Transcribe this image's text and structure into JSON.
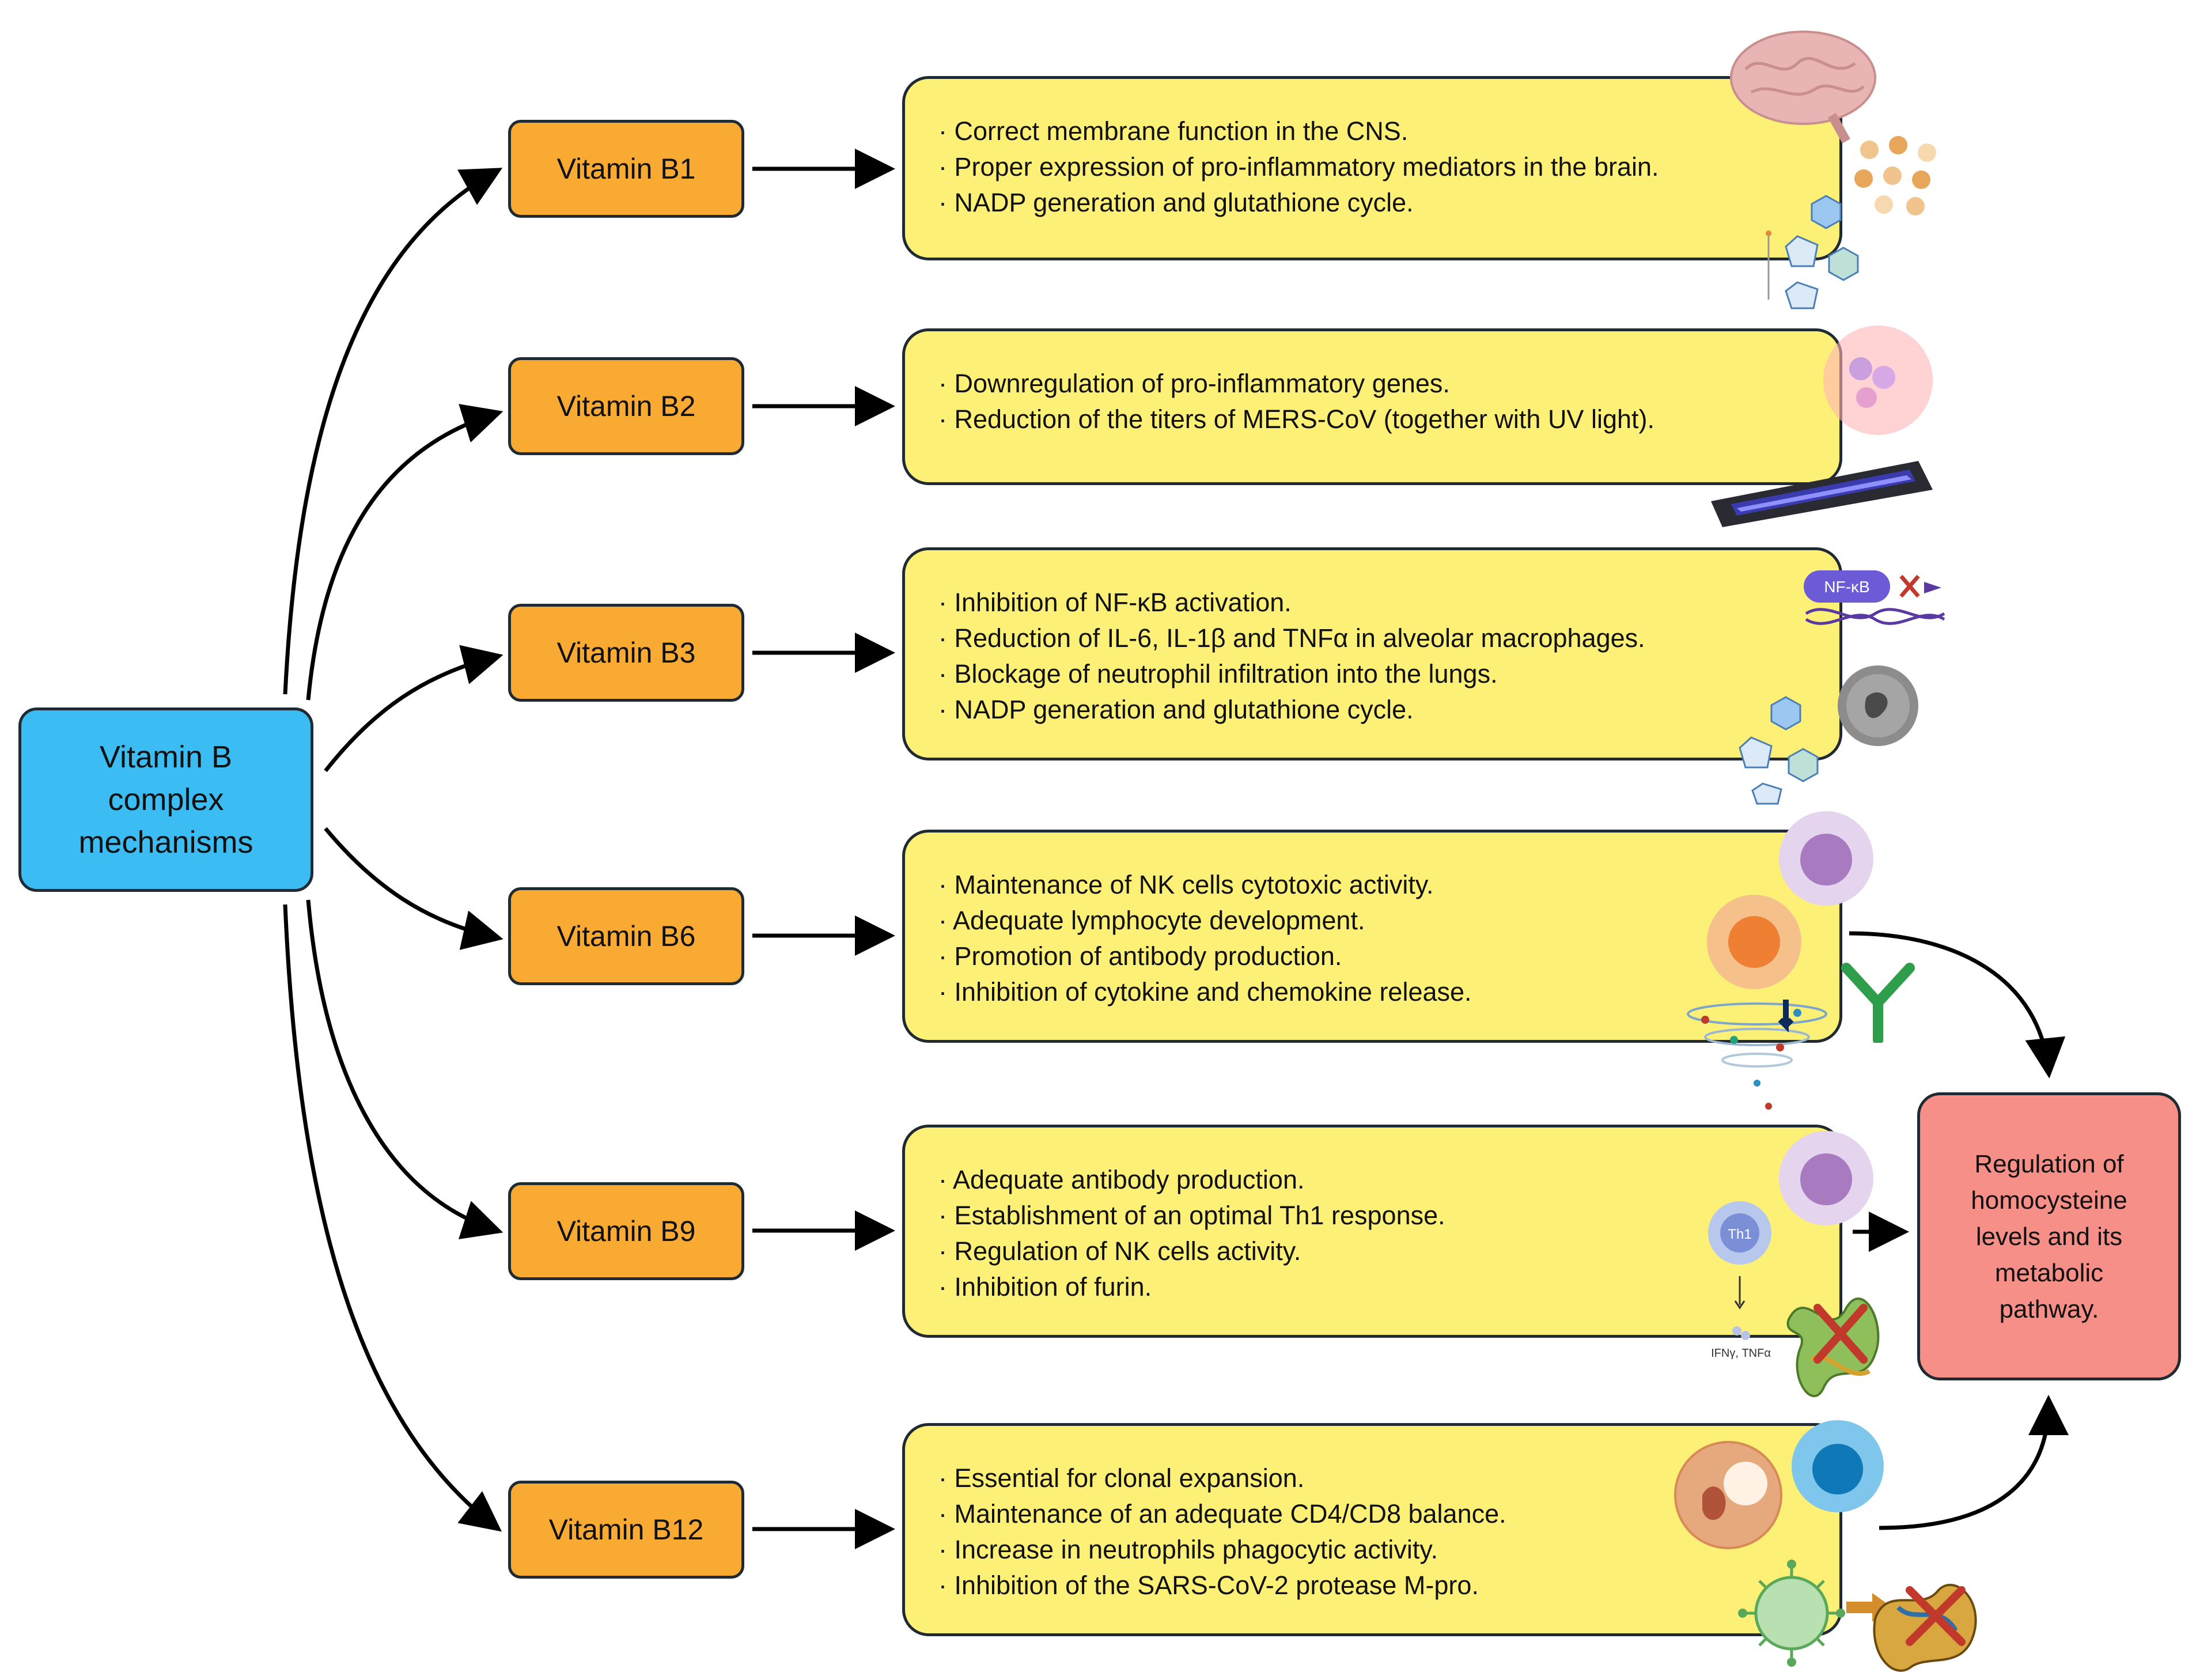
{
  "root": {
    "lines": [
      "Vitamin B",
      "complex",
      "mechanisms"
    ]
  },
  "vitamins": [
    {
      "label": "Vitamin B1",
      "effects": [
        "· Correct membrane function in the CNS.",
        "· Proper expression of pro-inflammatory mediators in the brain.",
        "· NADP generation and glutathione cycle."
      ]
    },
    {
      "label": "Vitamin B2",
      "effects": [
        "· Downregulation of pro-inflammatory genes.",
        "· Reduction of the titers of MERS-CoV (together with UV light)."
      ]
    },
    {
      "label": "Vitamin B3",
      "effects": [
        "· Inhibition of NF-κB activation.",
        "· Reduction of IL-6, IL-1β and TNFα in alveolar macrophages.",
        "· Blockage of neutrophil infiltration into the lungs.",
        "· NADP generation and glutathione cycle."
      ]
    },
    {
      "label": "Vitamin B6",
      "effects": [
        "· Maintenance of NK cells cytotoxic activity.",
        "· Adequate lymphocyte development.",
        "· Promotion of antibody production.",
        "· Inhibition of cytokine and chemokine release."
      ]
    },
    {
      "label": "Vitamin B9",
      "effects": [
        "· Adequate antibody production.",
        "· Establishment of an optimal Th1 response.",
        "· Regulation of NK cells activity.",
        "· Inhibition of furin."
      ]
    },
    {
      "label": "Vitamin B12",
      "effects": [
        "· Essential for clonal expansion.",
        "· Maintenance of an adequate CD4/CD8 balance.",
        "· Increase in neutrophils phagocytic activity.",
        "· Inhibition of the SARS-CoV-2 protease M-pro."
      ]
    }
  ],
  "result": {
    "lines": [
      "Regulation of",
      "homocysteine",
      "levels and its",
      "metabolic",
      "pathway."
    ]
  },
  "icon_labels": {
    "nfkb": "NF-κB",
    "th1": "Th1",
    "ifn": "IFNγ, TNFα"
  },
  "colors": {
    "root": "#3bbcf3",
    "vitamin": "#f8aa33",
    "effect": "#fdf077",
    "result": "#f58f87",
    "outline": "#1f2a33"
  }
}
